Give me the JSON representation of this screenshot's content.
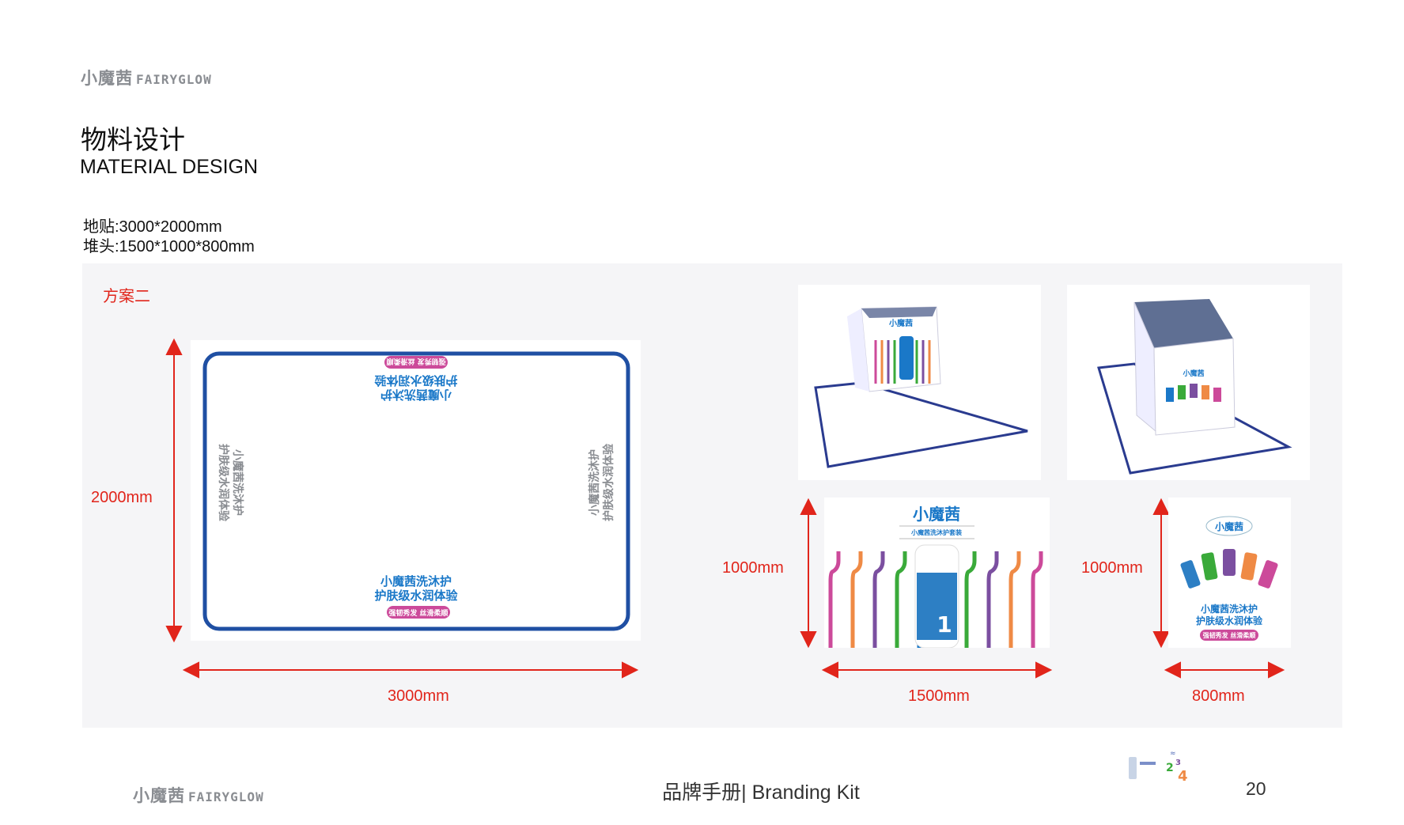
{
  "header": {
    "logo": {
      "cn": "小魔茜",
      "en": "FAIRYGLOW"
    },
    "title_cn": "物料设计",
    "title_en": "MATERIAL DESIGN",
    "specs": [
      "地贴:3000*2000mm",
      "堆头:1500*1000*800mm"
    ]
  },
  "panel": {
    "scheme_label": "方案二",
    "floor_mat": {
      "height_label": "2000mm",
      "width_label": "3000mm",
      "text_line1": "小魔茜洗沐护",
      "text_line2": "护肤级水润体验",
      "badge": "强韧秀发 丝滑柔顺",
      "border_color": "#1f4fa3"
    },
    "stack_front": {
      "brand": "小魔茜",
      "subtitle": "小魔茜洗沐护套装",
      "height_label": "1000mm",
      "width_label": "1500mm",
      "stripe_colors": [
        "#cc4a9a",
        "#ef8a45",
        "#7b4fa0",
        "#3aaa3a",
        "#1a78c8"
      ]
    },
    "stack_side": {
      "brand": "小魔茜",
      "text_line1": "小魔茜洗沐护",
      "text_line2": "护肤级水润体验",
      "badge": "强韧秀发 丝滑柔顺",
      "height_label": "1000mm",
      "width_label": "800mm"
    },
    "arrow_color": "#e1251b"
  },
  "footer": {
    "logo": {
      "cn": "小魔茜",
      "en": "FAIRYGLOW"
    },
    "title": "品牌手册| Branding Kit",
    "page_number": "20"
  }
}
